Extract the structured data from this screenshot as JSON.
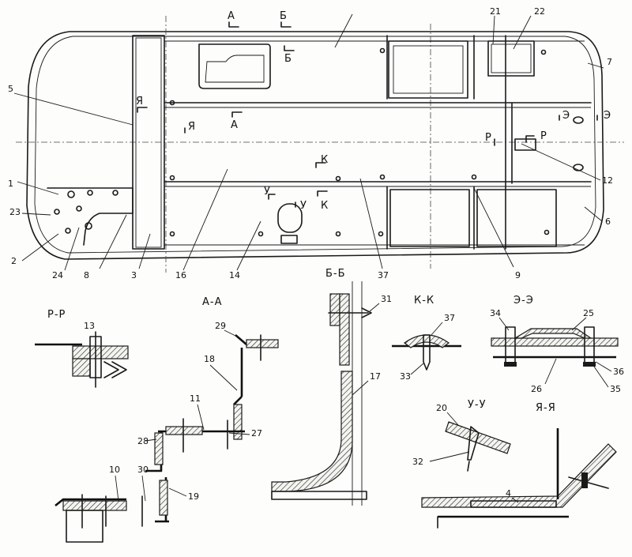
{
  "callouts": [
    {
      "text": "1"
    },
    {
      "text": "2"
    },
    {
      "text": "3"
    },
    {
      "text": "5"
    },
    {
      "text": "6"
    },
    {
      "text": "7"
    },
    {
      "text": "8"
    },
    {
      "text": "9"
    },
    {
      "text": "12"
    },
    {
      "text": "14"
    },
    {
      "text": "16"
    },
    {
      "text": "21"
    },
    {
      "text": "22"
    },
    {
      "text": "23"
    },
    {
      "text": "24"
    },
    {
      "text": "37"
    }
  ],
  "section_marks": [
    {
      "text": "А"
    },
    {
      "text": "Б"
    },
    {
      "text": "Б"
    },
    {
      "text": "Я"
    },
    {
      "text": "Я"
    },
    {
      "text": "А"
    },
    {
      "text": "К"
    },
    {
      "text": "К"
    },
    {
      "text": "У"
    },
    {
      "text": "У"
    },
    {
      "text": "Р"
    },
    {
      "text": "Р"
    },
    {
      "text": "Э"
    },
    {
      "text": "Э"
    }
  ],
  "sections": [
    {
      "title": "Р-Р",
      "parts": [
        "13"
      ]
    },
    {
      "title": "А-А",
      "parts": [
        "29",
        "18",
        "11",
        "27",
        "28",
        "10",
        "30",
        "19"
      ]
    },
    {
      "title": "Б-Б",
      "parts": [
        "31",
        "17"
      ]
    },
    {
      "title": "К-К",
      "parts": [
        "37",
        "33"
      ]
    },
    {
      "title": "Э-Э",
      "parts": [
        "34",
        "25",
        "36",
        "26",
        "35"
      ]
    },
    {
      "title": "У-У",
      "parts": [
        "20",
        "32"
      ]
    },
    {
      "title": "Я-Я",
      "parts": [
        "4"
      ]
    }
  ]
}
